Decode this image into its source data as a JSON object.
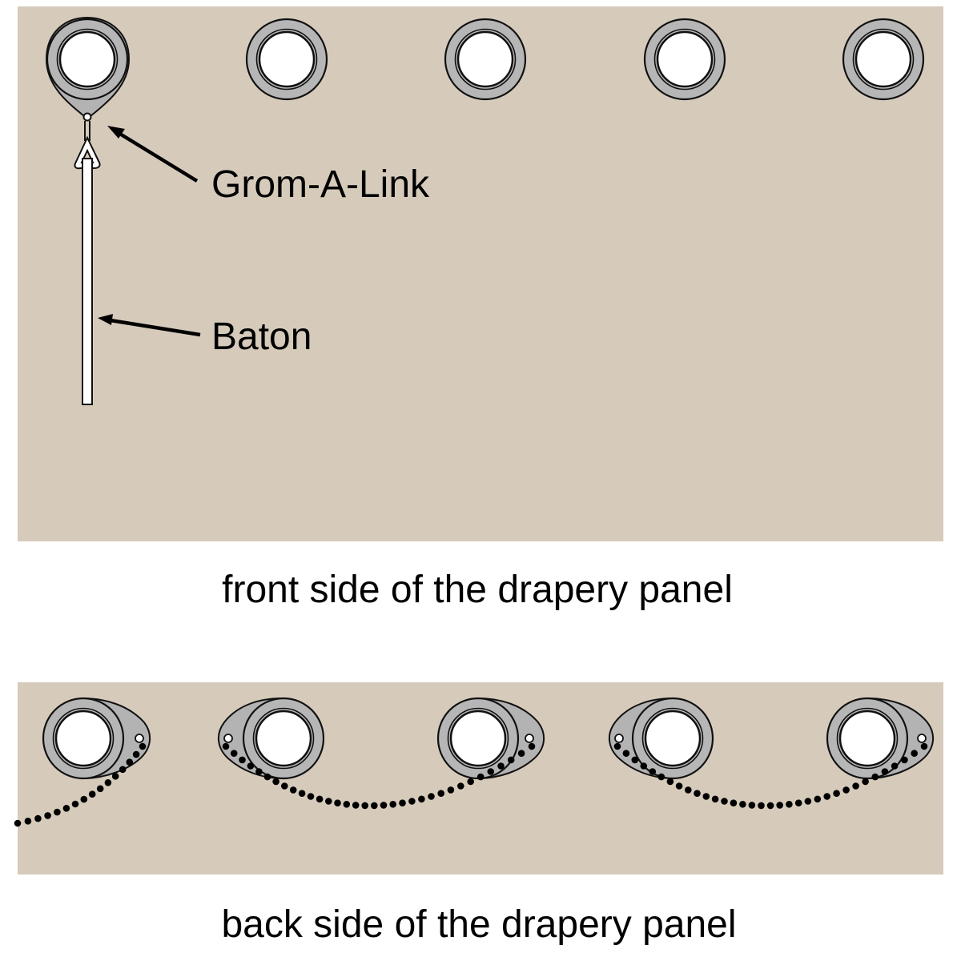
{
  "colors": {
    "fabric": "#d6cbbb",
    "grommet_ring": "#b7b6b6",
    "link_plate": "#b4b3b3",
    "outline": "#111111",
    "hole": "#ffffff",
    "chain_bead": "#000000"
  },
  "front_panel": {
    "caption": "front side of the drapery panel",
    "grommet_count": 5,
    "labels": {
      "grom_a_link": "Grom-A-Link",
      "baton": "Baton"
    }
  },
  "back_panel": {
    "caption": "back side of the drapery panel",
    "grommet_count": 5
  }
}
